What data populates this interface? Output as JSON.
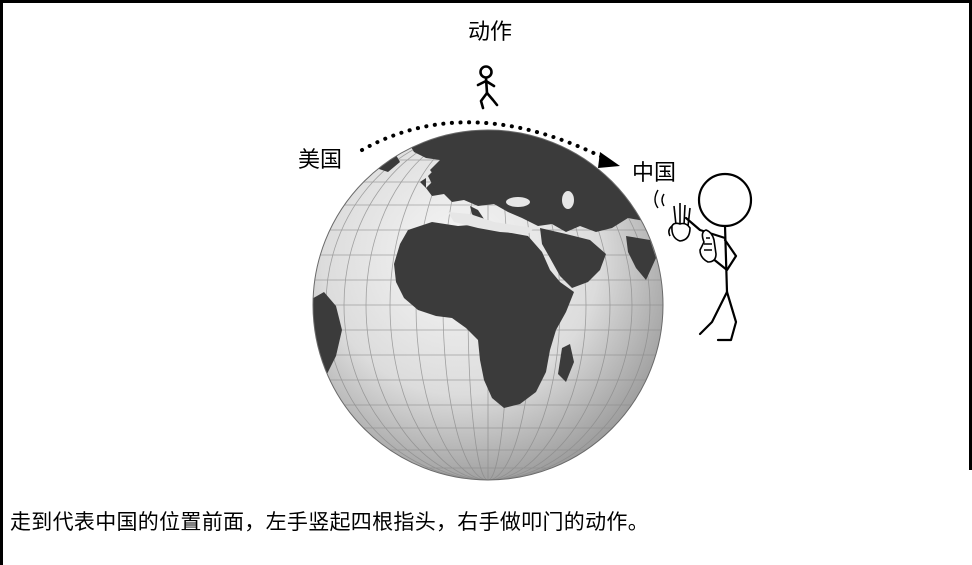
{
  "labels": {
    "action": "动作",
    "from": "美国",
    "to": "中国"
  },
  "caption": "走到代表中国的位置前面，左手竖起四根指头，右手做叩门的动作。",
  "colors": {
    "land": "#3b3b3b",
    "ocean_light": "#f4f4f4",
    "ocean_dark": "#9a9a9a",
    "ink": "#000000"
  },
  "icons": [
    "walking-person-icon",
    "globe-icon",
    "stick-figure-icon",
    "four-fingers-hand-icon",
    "knocking-hand-icon",
    "dotted-arrow-icon"
  ]
}
